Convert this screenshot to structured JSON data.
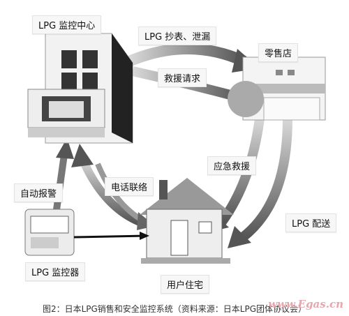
{
  "labels": {
    "monitor_center": "LPG 监控中心",
    "meter_read": "LPG 抄表、泄漏",
    "retail_store": "零售店",
    "rescue_request": "救援请求",
    "emergency_rescue": "应急救援",
    "phone_contact": "电话联络",
    "auto_alarm": "自动报警",
    "lpg_delivery": "LPG 配送",
    "lpg_monitor_device": "LPG 监控器",
    "user_residence": "用户住宅"
  },
  "caption": "图2：日本LPG销售和安全监控系统（资料来源：日本LPG团体协议会）",
  "watermark": "www.Egas.cn"
}
